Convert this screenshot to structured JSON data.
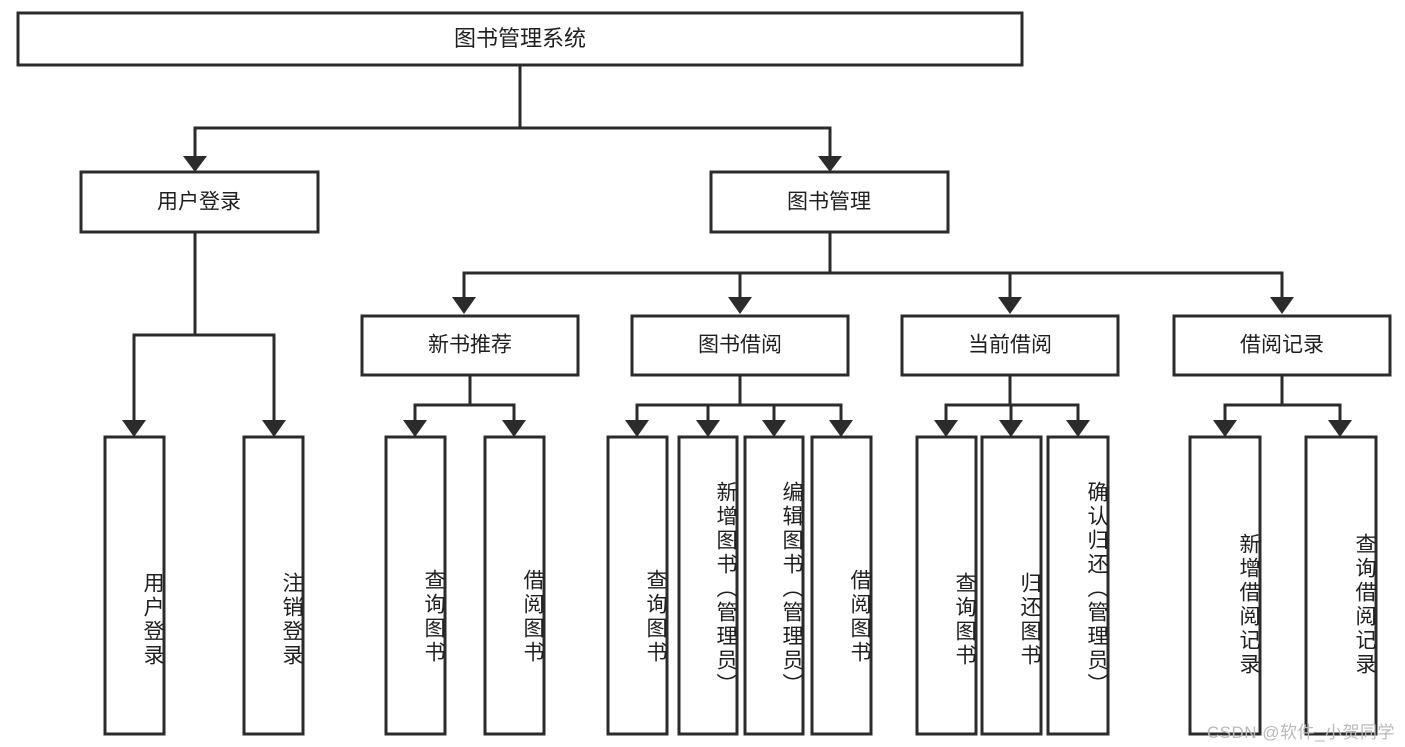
{
  "diagram": {
    "type": "tree-hierarchy",
    "title": "图书管理系统",
    "watermark": "CSDN @软件_小贺同学",
    "colors": {
      "stroke": "#2b2b2b",
      "fill": "#ffffff",
      "text": "#1f1f1f",
      "watermark": "#b9b9b9",
      "background": "#ffffff"
    },
    "levels": {
      "root": {
        "label": "图书管理系统"
      },
      "level2": [
        {
          "label": "用户登录"
        },
        {
          "label": "图书管理"
        }
      ],
      "level3": [
        {
          "label": "新书推荐"
        },
        {
          "label": "图书借阅"
        },
        {
          "label": "当前借阅"
        },
        {
          "label": "借阅记录"
        }
      ],
      "level4": [
        {
          "label": "用户登录",
          "parent": "用户登录"
        },
        {
          "label": "注销登录",
          "parent": "用户登录"
        },
        {
          "label": "查询图书",
          "parent": "新书推荐"
        },
        {
          "label": "借阅图书",
          "parent": "新书推荐"
        },
        {
          "label": "查询图书",
          "parent": "图书借阅"
        },
        {
          "label": "新增图书（管理员）",
          "parent": "图书借阅"
        },
        {
          "label": "编辑图书（管理员）",
          "parent": "图书借阅"
        },
        {
          "label": "借阅图书",
          "parent": "图书借阅"
        },
        {
          "label": "查询图书",
          "parent": "当前借阅"
        },
        {
          "label": "归还图书",
          "parent": "当前借阅"
        },
        {
          "label": "确认归还（管理员）",
          "parent": "当前借阅"
        },
        {
          "label": "新增借阅记录",
          "parent": "借阅记录"
        },
        {
          "label": "查询借阅记录",
          "parent": "借阅记录"
        }
      ]
    }
  }
}
